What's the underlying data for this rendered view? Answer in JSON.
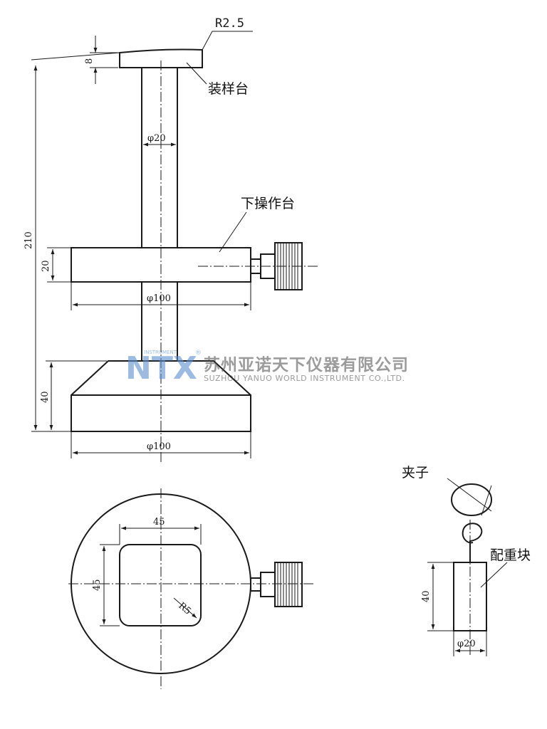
{
  "labels": {
    "sample_stage": "装样台",
    "lower_stage": "下操作台",
    "clip": "夹子",
    "weight": "配重块"
  },
  "dimensions": {
    "radius_top": "R2.5",
    "top_thickness": "8",
    "total_height": "210",
    "rod_diameter": "φ20",
    "stage_thickness": "20",
    "stage_diameter": "φ100",
    "base_height": "40",
    "base_diameter": "φ100",
    "square_width": "45",
    "square_height": "45",
    "corner_radius": "R5",
    "weight_height": "40",
    "weight_diameter": "φ20"
  },
  "watermark": {
    "logo_text": "NTX",
    "logo_sub": "INSTRUMENT",
    "registered": "®",
    "company_cn": "苏州亚诺天下仪器有限公司",
    "company_en": "SUZHOU YANUO WORLD INSTRUMENT CO.,LTD."
  },
  "colors": {
    "ink": "#1a1a1a",
    "watermark": "#4a4a4a",
    "logo": "#5a8fd0"
  }
}
